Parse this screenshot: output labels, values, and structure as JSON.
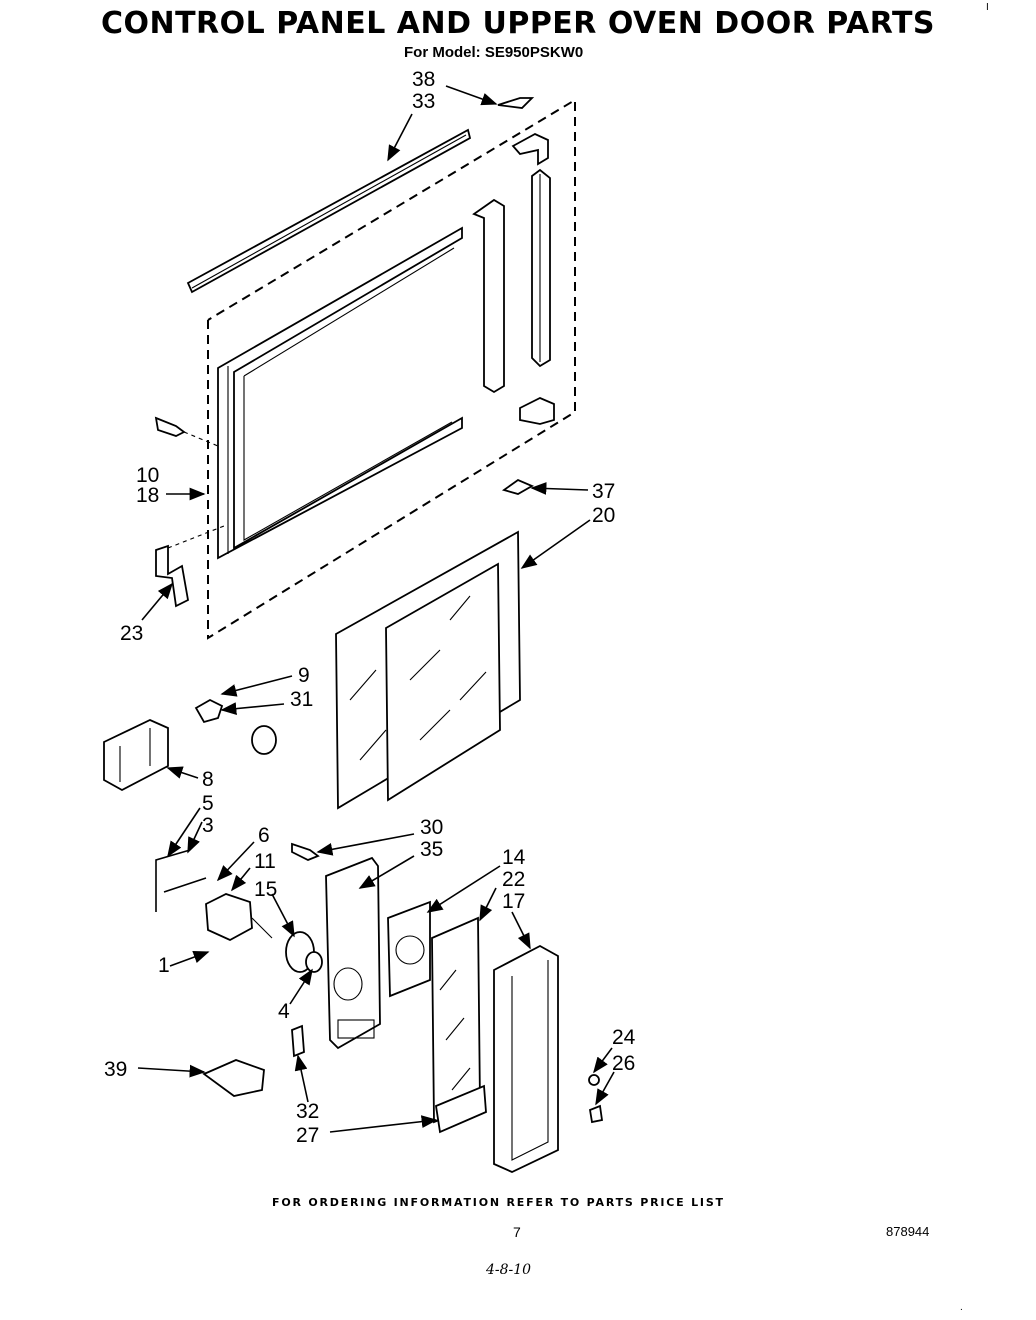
{
  "header": {
    "title": "CONTROL PANEL AND UPPER OVEN DOOR PARTS",
    "model_line": "For Model: SE950PSKW0"
  },
  "callouts": {
    "p38": "38",
    "p33": "33",
    "p10": "10",
    "p18": "18",
    "p37": "37",
    "p20": "20",
    "p23": "23",
    "p9": "9",
    "p31": "31",
    "p8": "8",
    "p5": "5",
    "p3": "3",
    "p6": "6",
    "p11": "11",
    "p15": "15",
    "p1": "1",
    "p4": "4",
    "p30": "30",
    "p35": "35",
    "p14": "14",
    "p22": "22",
    "p17": "17",
    "p24": "24",
    "p26": "26",
    "p39": "39",
    "p32": "32",
    "p27": "27"
  },
  "footer": {
    "note": "FOR ORDERING INFORMATION REFER TO PARTS PRICE LIST",
    "page": "7",
    "doc_number": "878944",
    "handwritten_date": "4-8-10"
  },
  "marks": {
    "top_right": "I",
    "bottom_right": "."
  }
}
